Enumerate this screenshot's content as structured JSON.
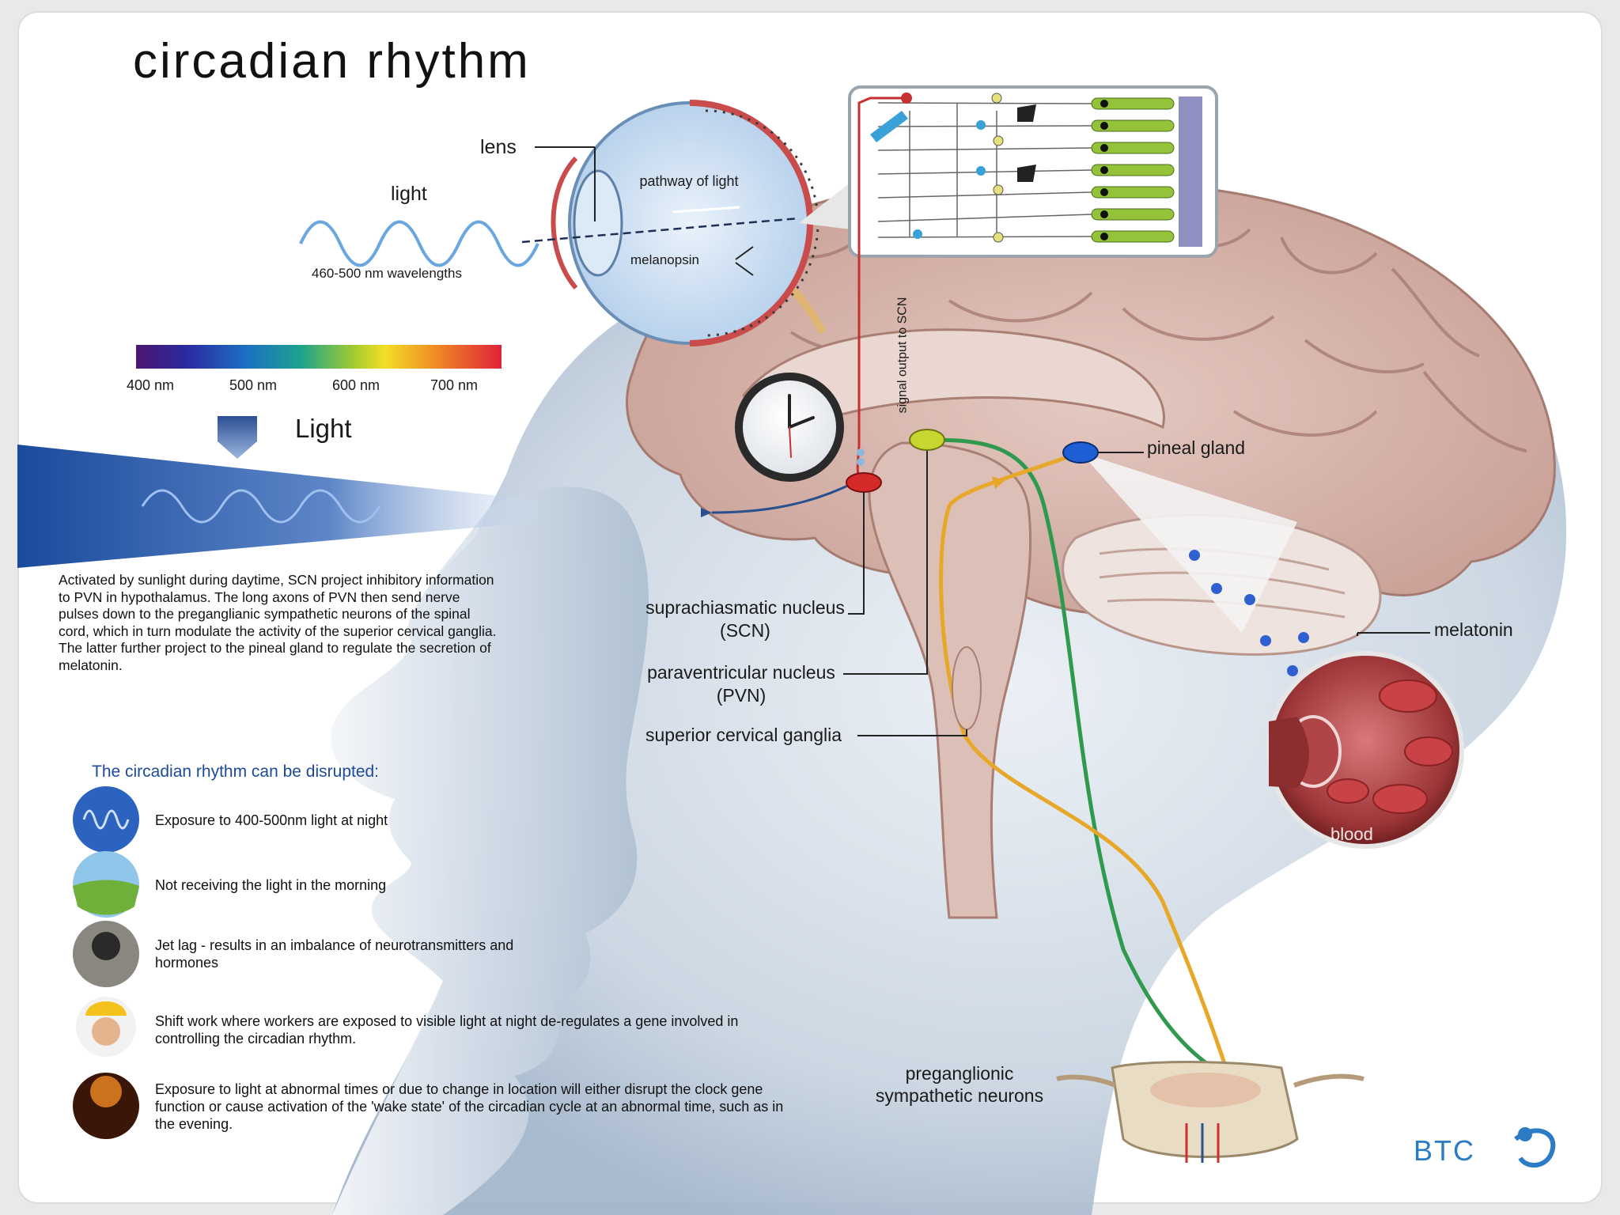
{
  "title": "circadian rhythm",
  "eye": {
    "lens_label": "lens",
    "light_label": "light",
    "wavelength_label": "460-500 nm wavelengths",
    "pathway_label": "pathway of light",
    "melanopsin_label": "melanopsin"
  },
  "spectrum": {
    "ticks": [
      "400 nm",
      "500 nm",
      "600 nm",
      "700 nm"
    ]
  },
  "light_heading": "Light",
  "description": "Activated by sunlight during daytime, SCN project inhibitory information to PVN in hypothalamus. The long axons of PVN then send nerve pulses down to the preganglianic sympathetic neurons of the spinal cord, which in turn modulate the activity of the superior cervical ganglia. The latter further project to the pineal gland to regulate the secretion of melatonin.",
  "disruption": {
    "heading": "The circadian rhythm can be disrupted:",
    "items": [
      {
        "icon": "wave-icon",
        "text": "Exposure to 400-500nm light at night"
      },
      {
        "icon": "morning-field-icon",
        "text": "Not receiving the light in the morning"
      },
      {
        "icon": "traveler-icon",
        "text": "Jet lag - results in an imbalance of neurotransmitters and hormones"
      },
      {
        "icon": "hard-hat-worker-icon",
        "text": "Shift work where workers are exposed to visible light at night de-regulates a gene involved in controlling the circadian rhythm."
      },
      {
        "icon": "crowd-lights-icon",
        "text": "Exposure to light at abnormal times or due to change in location will either disrupt the clock gene function or cause activation of the 'wake state' of the circadian cycle at an abnormal time, such as in the evening."
      }
    ]
  },
  "brain_labels": {
    "scn": "suprachiasmatic nucleus (SCN)",
    "pvn": "paraventricular nucleus (PVN)",
    "scg": "superior cervical ganglia",
    "pineal": "pineal gland",
    "melatonin": "melatonin",
    "blood": "blood",
    "signal": "signal output to SCN",
    "preganglionic": "preganglionic sympathetic neurons"
  },
  "logo": "BTC",
  "colors": {
    "scn_marker": "#d42a2a",
    "pvn_marker": "#c8d630",
    "pineal_marker": "#1f5fd6",
    "pvn_pathway": "#2f9a4e",
    "scg_pathway": "#e7a82a",
    "retina_pathway": "#2a4f8f",
    "signal_pathway": "#c63030",
    "disruption_heading": "#1e4a9a"
  }
}
